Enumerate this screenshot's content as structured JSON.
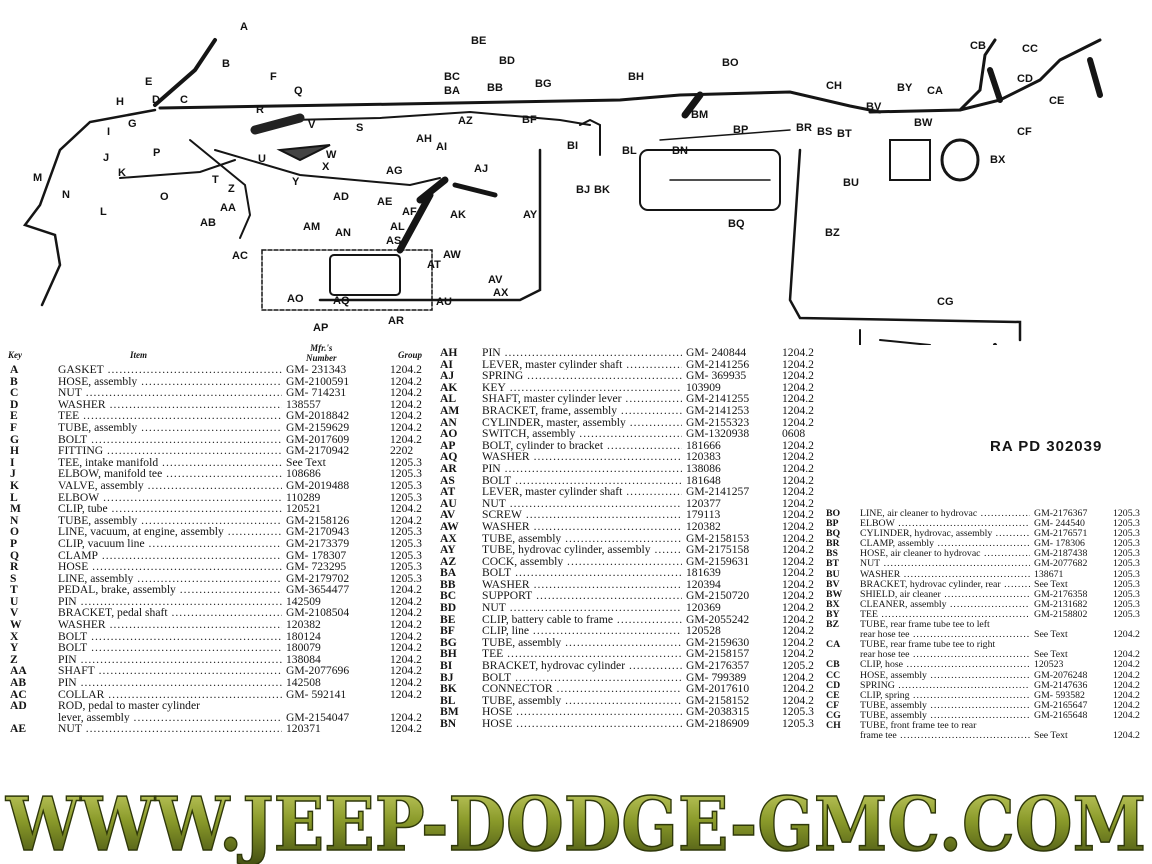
{
  "reference": "RA PD 302039",
  "headers": {
    "key": "Key",
    "item": "Item",
    "number": "Mfr.'s\nNumber",
    "group": "Group"
  },
  "parts_col1": [
    {
      "key": "A",
      "item": "GASKET",
      "number": "GM- 231343",
      "group": "1204.2"
    },
    {
      "key": "B",
      "item": "HOSE, assembly",
      "number": "GM-2100591",
      "group": "1204.2"
    },
    {
      "key": "C",
      "item": "NUT",
      "number": "GM- 714231",
      "group": "1204.2"
    },
    {
      "key": "D",
      "item": "WASHER",
      "number": "138557",
      "group": "1204.2"
    },
    {
      "key": "E",
      "item": "TEE",
      "number": "GM-2018842",
      "group": "1204.2"
    },
    {
      "key": "F",
      "item": "TUBE, assembly",
      "number": "GM-2159629",
      "group": "1204.2"
    },
    {
      "key": "G",
      "item": "BOLT",
      "number": "GM-2017609",
      "group": "1204.2"
    },
    {
      "key": "H",
      "item": "FITTING",
      "number": "GM-2170942",
      "group": "2202"
    },
    {
      "key": "I",
      "item": "TEE, intake manifold",
      "number": "See Text",
      "group": "1205.3"
    },
    {
      "key": "J",
      "item": "ELBOW, manifold tee",
      "number": "108686",
      "group": "1205.3"
    },
    {
      "key": "K",
      "item": "VALVE, assembly",
      "number": "GM-2019488",
      "group": "1205.3"
    },
    {
      "key": "L",
      "item": "ELBOW",
      "number": "110289",
      "group": "1205.3"
    },
    {
      "key": "M",
      "item": "CLIP, tube",
      "number": "120521",
      "group": "1204.2"
    },
    {
      "key": "N",
      "item": "TUBE, assembly",
      "number": "GM-2158126",
      "group": "1204.2"
    },
    {
      "key": "O",
      "item": "LINE, vacuum, at engine, assembly",
      "number": "GM-2170943",
      "group": "1205.3"
    },
    {
      "key": "P",
      "item": "CLIP, vacuum line",
      "number": "GM-2173379",
      "group": "1205.3"
    },
    {
      "key": "Q",
      "item": "CLAMP",
      "number": "GM- 178307",
      "group": "1205.3"
    },
    {
      "key": "R",
      "item": "HOSE",
      "number": "GM- 723295",
      "group": "1205.3"
    },
    {
      "key": "S",
      "item": "LINE, assembly",
      "number": "GM-2179702",
      "group": "1205.3"
    },
    {
      "key": "T",
      "item": "PEDAL, brake, assembly",
      "number": "GM-3654477",
      "group": "1204.2"
    },
    {
      "key": "U",
      "item": "PIN",
      "number": "142509",
      "group": "1204.2"
    },
    {
      "key": "V",
      "item": "BRACKET, pedal shaft",
      "number": "GM-2108504",
      "group": "1204.2"
    },
    {
      "key": "W",
      "item": "WASHER",
      "number": "120382",
      "group": "1204.2"
    },
    {
      "key": "X",
      "item": "BOLT",
      "number": "180124",
      "group": "1204.2"
    },
    {
      "key": "Y",
      "item": "BOLT",
      "number": "180079",
      "group": "1204.2"
    },
    {
      "key": "Z",
      "item": "PIN",
      "number": "138084",
      "group": "1204.2"
    },
    {
      "key": "AA",
      "item": "SHAFT",
      "number": "GM-2077696",
      "group": "1204.2"
    },
    {
      "key": "AB",
      "item": "PIN",
      "number": "142508",
      "group": "1204.2"
    },
    {
      "key": "AC",
      "item": "COLLAR",
      "number": "GM- 592141",
      "group": "1204.2"
    },
    {
      "key": "AD",
      "item": "ROD, pedal to master cylinder",
      "number": "",
      "group": "",
      "nodots": true
    },
    {
      "key": "",
      "item": "   lever, assembly",
      "number": "GM-2154047",
      "group": "1204.2"
    },
    {
      "key": "AE",
      "item": "NUT",
      "number": "120371",
      "group": "1204.2"
    }
  ],
  "parts_col2": [
    {
      "key": "AH",
      "item": "PIN",
      "number": "GM- 240844",
      "group": "1204.2"
    },
    {
      "key": "AI",
      "item": "LEVER, master cylinder shaft",
      "number": "GM-2141256",
      "group": "1204.2"
    },
    {
      "key": "AJ",
      "item": "SPRING",
      "number": "GM- 369935",
      "group": "1204.2"
    },
    {
      "key": "AK",
      "item": "KEY",
      "number": "103909",
      "group": "1204.2"
    },
    {
      "key": "AL",
      "item": "SHAFT, master cylinder lever",
      "number": "GM-2141255",
      "group": "1204.2"
    },
    {
      "key": "AM",
      "item": "BRACKET, frame, assembly",
      "number": "GM-2141253",
      "group": "1204.2"
    },
    {
      "key": "AN",
      "item": "CYLINDER, master, assembly",
      "number": "GM-2155323",
      "group": "1204.2"
    },
    {
      "key": "AO",
      "item": "SWITCH, assembly",
      "number": "GM-1320938",
      "group": "0608"
    },
    {
      "key": "AP",
      "item": "BOLT, cylinder to bracket",
      "number": "181666",
      "group": "1204.2"
    },
    {
      "key": "AQ",
      "item": "WASHER",
      "number": "120383",
      "group": "1204.2"
    },
    {
      "key": "AR",
      "item": "PIN",
      "number": "138086",
      "group": "1204.2"
    },
    {
      "key": "AS",
      "item": "BOLT",
      "number": "181648",
      "group": "1204.2"
    },
    {
      "key": "AT",
      "item": "LEVER, master cylinder shaft",
      "number": "GM-2141257",
      "group": "1204.2"
    },
    {
      "key": "AU",
      "item": "NUT",
      "number": "120377",
      "group": "1204.2"
    },
    {
      "key": "AV",
      "item": "SCREW",
      "number": "179113",
      "group": "1204.2"
    },
    {
      "key": "AW",
      "item": "WASHER",
      "number": "120382",
      "group": "1204.2"
    },
    {
      "key": "AX",
      "item": "TUBE, assembly",
      "number": "GM-2158153",
      "group": "1204.2"
    },
    {
      "key": "AY",
      "item": "TUBE, hydrovac cylinder, assembly",
      "number": "GM-2175158",
      "group": "1204.2"
    },
    {
      "key": "AZ",
      "item": "COCK, assembly",
      "number": "GM-2159631",
      "group": "1204.2"
    },
    {
      "key": "BA",
      "item": "BOLT",
      "number": "181639",
      "group": "1204.2"
    },
    {
      "key": "BB",
      "item": "WASHER",
      "number": "120394",
      "group": "1204.2"
    },
    {
      "key": "BC",
      "item": "SUPPORT",
      "number": "GM-2150720",
      "group": "1204.2"
    },
    {
      "key": "BD",
      "item": "NUT",
      "number": "120369",
      "group": "1204.2"
    },
    {
      "key": "BE",
      "item": "CLIP, battery cable to frame",
      "number": "GM-2055242",
      "group": "1204.2"
    },
    {
      "key": "BF",
      "item": "CLIP, line",
      "number": "120528",
      "group": "1204.2"
    },
    {
      "key": "BG",
      "item": "TUBE, assembly",
      "number": "GM-2159630",
      "group": "1204.2"
    },
    {
      "key": "BH",
      "item": "TEE",
      "number": "GM-2158157",
      "group": "1204.2"
    },
    {
      "key": "BI",
      "item": "BRACKET, hydrovac cylinder",
      "number": "GM-2176357",
      "group": "1205.2"
    },
    {
      "key": "BJ",
      "item": "BOLT",
      "number": "GM- 799389",
      "group": "1204.2"
    },
    {
      "key": "BK",
      "item": "CONNECTOR",
      "number": "GM-2017610",
      "group": "1204.2"
    },
    {
      "key": "BL",
      "item": "TUBE, assembly",
      "number": "GM-2158152",
      "group": "1204.2"
    },
    {
      "key": "BM",
      "item": "HOSE",
      "number": "GM-2038315",
      "group": "1205.3"
    },
    {
      "key": "BN",
      "item": "HOSE",
      "number": "GM-2186909",
      "group": "1205.3"
    }
  ],
  "parts_col3": [
    {
      "key": "BO",
      "item": "LINE, air cleaner to hydrovac",
      "number": "GM-2176367",
      "group": "1205.3"
    },
    {
      "key": "BP",
      "item": "ELBOW",
      "number": "GM- 244540",
      "group": "1205.3"
    },
    {
      "key": "BQ",
      "item": "CYLINDER, hydrovac, assembly",
      "number": "GM-2176571",
      "group": "1205.3"
    },
    {
      "key": "BR",
      "item": "CLAMP, assembly",
      "number": "GM- 178306",
      "group": "1205.3"
    },
    {
      "key": "BS",
      "item": "HOSE, air cleaner to hydrovac",
      "number": "GM-2187438",
      "group": "1205.3"
    },
    {
      "key": "BT",
      "item": "NUT",
      "number": "GM-2077682",
      "group": "1205.3"
    },
    {
      "key": "BU",
      "item": "WASHER",
      "number": "138671",
      "group": "1205.3"
    },
    {
      "key": "BV",
      "item": "BRACKET, hydrovac cylinder, rear",
      "number": "See Text",
      "group": "1205.3"
    },
    {
      "key": "BW",
      "item": "SHIELD, air cleaner",
      "number": "GM-2176358",
      "group": "1205.3"
    },
    {
      "key": "BX",
      "item": "CLEANER, assembly",
      "number": "GM-2131682",
      "group": "1205.3"
    },
    {
      "key": "BY",
      "item": "TEE",
      "number": "GM-2158802",
      "group": "1205.3"
    },
    {
      "key": "BZ",
      "item": "TUBE, rear frame tube tee to left",
      "number": "",
      "group": "",
      "nodots": true
    },
    {
      "key": "",
      "item": "   rear hose tee",
      "number": "See Text",
      "group": "1204.2"
    },
    {
      "key": "CA",
      "item": "TUBE, rear frame tube tee to right",
      "number": "",
      "group": "",
      "nodots": true
    },
    {
      "key": "",
      "item": "   rear hose tee",
      "number": "See Text",
      "group": "1204.2"
    },
    {
      "key": "CB",
      "item": "CLIP, hose",
      "number": "120523",
      "group": "1204.2"
    },
    {
      "key": "CC",
      "item": "HOSE, assembly",
      "number": "GM-2076248",
      "group": "1204.2"
    },
    {
      "key": "CD",
      "item": "SPRING",
      "number": "GM-2147636",
      "group": "1204.2"
    },
    {
      "key": "CE",
      "item": "CLIP, spring",
      "number": "GM- 593582",
      "group": "1204.2"
    },
    {
      "key": "CF",
      "item": "TUBE, assembly",
      "number": "GM-2165647",
      "group": "1204.2"
    },
    {
      "key": "CG",
      "item": "TUBE, assembly",
      "number": "GM-2165648",
      "group": "1204.2"
    },
    {
      "key": "CH",
      "item": "TUBE, front frame tee to rear",
      "number": "",
      "group": "",
      "nodots": true
    },
    {
      "key": "",
      "item": "   frame tee",
      "number": "See Text",
      "group": "1204.2"
    }
  ],
  "diagram_labels": [
    "A",
    "B",
    "C",
    "D",
    "E",
    "F",
    "G",
    "H",
    "I",
    "J",
    "K",
    "L",
    "M",
    "N",
    "O",
    "P",
    "Q",
    "R",
    "S",
    "T",
    "U",
    "V",
    "W",
    "X",
    "Y",
    "Z",
    "AA",
    "AB",
    "AC",
    "AD",
    "AE",
    "AF",
    "AG",
    "AH",
    "AI",
    "AJ",
    "AK",
    "AL",
    "AM",
    "AN",
    "AO",
    "AP",
    "AQ",
    "AR",
    "AS",
    "AT",
    "AU",
    "AV",
    "AW",
    "AX",
    "AY",
    "AZ",
    "BA",
    "BB",
    "BC",
    "BD",
    "BE",
    "BF",
    "BG",
    "BH",
    "BI",
    "BJ",
    "BK",
    "BL",
    "BM",
    "BN",
    "BO",
    "BP",
    "BQ",
    "BR",
    "BS",
    "BT",
    "BU",
    "BV",
    "BW",
    "BX",
    "BY",
    "BZ",
    "CA",
    "CB",
    "CC",
    "CD",
    "CE",
    "CF",
    "CG",
    "CH"
  ],
  "watermark": "WWW.JEEP-DODGE-GMC.COM",
  "colors": {
    "ink": "#141414",
    "watermark_light": "#a9b84a",
    "watermark_dark": "#3f4a10"
  }
}
